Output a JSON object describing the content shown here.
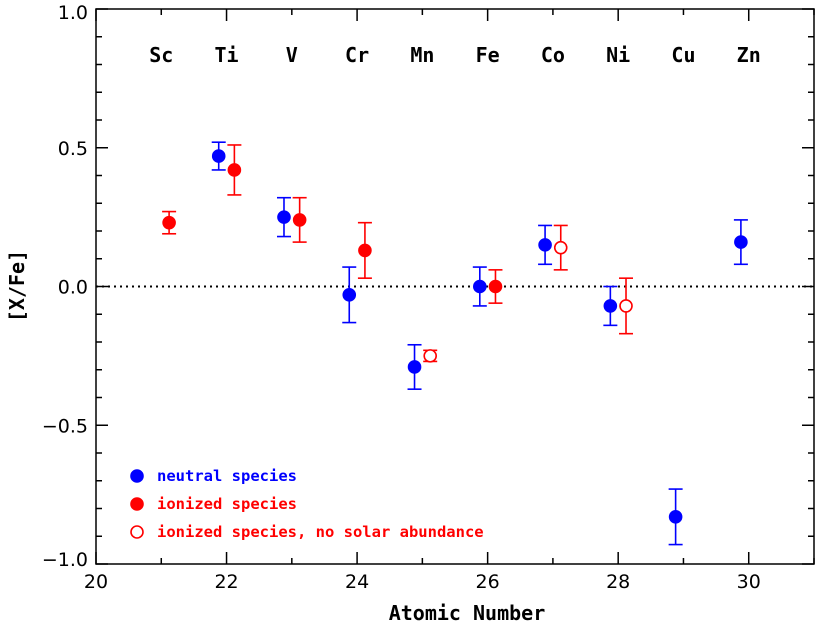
{
  "chart_data": {
    "type": "scatter",
    "title": "",
    "xlabel": "Atomic Number",
    "ylabel": "[X/Fe]",
    "xlim": [
      20,
      31
    ],
    "ylim": [
      -1.0,
      1.0
    ],
    "x_ticks": [
      20,
      22,
      24,
      26,
      28,
      30
    ],
    "x_tick_labels": [
      "20",
      "22",
      "24",
      "26",
      "28",
      "30"
    ],
    "y_ticks": [
      -1.0,
      -0.5,
      0.0,
      0.5,
      1.0
    ],
    "y_tick_labels": [
      "−1.0",
      "−0.5",
      "0.0",
      "0.5",
      "1.0"
    ],
    "reference_line": {
      "y": 0.0,
      "style": "dotted"
    },
    "grid": false,
    "element_labels": [
      {
        "x": 21,
        "label": "Sc"
      },
      {
        "x": 22,
        "label": "Ti"
      },
      {
        "x": 23,
        "label": "V"
      },
      {
        "x": 24,
        "label": "Cr"
      },
      {
        "x": 25,
        "label": "Mn"
      },
      {
        "x": 26,
        "label": "Fe"
      },
      {
        "x": 27,
        "label": "Co"
      },
      {
        "x": 28,
        "label": "Ni"
      },
      {
        "x": 29,
        "label": "Cu"
      },
      {
        "x": 30,
        "label": "Zn"
      }
    ],
    "legend_position": "bottom-left",
    "series": [
      {
        "name": "neutral species",
        "color": "#0000ff",
        "marker": "filled-circle",
        "points": [
          {
            "x": 21.88,
            "y": 0.47,
            "err": 0.05
          },
          {
            "x": 22.88,
            "y": 0.25,
            "err": 0.07
          },
          {
            "x": 23.88,
            "y": -0.03,
            "err": 0.1
          },
          {
            "x": 24.88,
            "y": -0.29,
            "err": 0.08
          },
          {
            "x": 25.88,
            "y": 0.0,
            "err": 0.07
          },
          {
            "x": 26.88,
            "y": 0.15,
            "err": 0.07
          },
          {
            "x": 27.88,
            "y": -0.07,
            "err": 0.07
          },
          {
            "x": 28.88,
            "y": -0.83,
            "err": 0.1
          },
          {
            "x": 29.88,
            "y": 0.16,
            "err": 0.08
          }
        ]
      },
      {
        "name": "ionized species",
        "color": "#ff0000",
        "marker": "filled-circle",
        "points": [
          {
            "x": 21.12,
            "y": 0.23,
            "err": 0.04
          },
          {
            "x": 22.12,
            "y": 0.42,
            "err": 0.09
          },
          {
            "x": 23.12,
            "y": 0.24,
            "err": 0.08
          },
          {
            "x": 24.12,
            "y": 0.13,
            "err": 0.1
          },
          {
            "x": 26.12,
            "y": 0.0,
            "err": 0.06
          }
        ]
      },
      {
        "name": "ionized species, no solar abundance",
        "color": "#ff0000",
        "marker": "open-circle",
        "points": [
          {
            "x": 25.12,
            "y": -0.25,
            "err": 0.02
          },
          {
            "x": 27.12,
            "y": 0.14,
            "err": 0.08
          },
          {
            "x": 28.12,
            "y": -0.07,
            "err": 0.1
          }
        ]
      }
    ]
  }
}
